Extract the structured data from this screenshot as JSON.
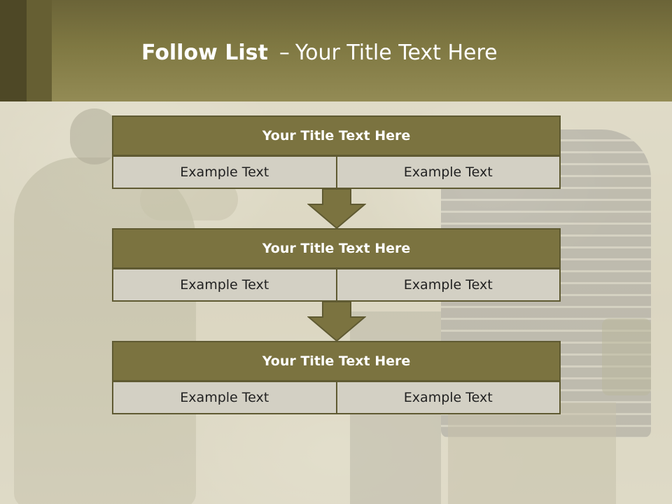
{
  "slide": {
    "title_bold": "Follow List",
    "title_separator": "–",
    "title_rest": "Your Title Text Here"
  },
  "blocks": [
    {
      "title": "Your Title Text Here",
      "cells": [
        "Example Text",
        "Example Text"
      ]
    },
    {
      "title": "Your Title Text Here",
      "cells": [
        "Example Text",
        "Example Text"
      ]
    },
    {
      "title": "Your Title Text Here",
      "cells": [
        "Example Text",
        "Example Text"
      ]
    }
  ],
  "colors": {
    "header": "#7f7842",
    "block_title_fill": "#7b7340",
    "cell_fill": "#d3d0c4",
    "border": "#5f5a32",
    "arrow_fill": "#7b7340"
  },
  "icons": [
    "down-arrow-icon",
    "down-arrow-icon"
  ]
}
